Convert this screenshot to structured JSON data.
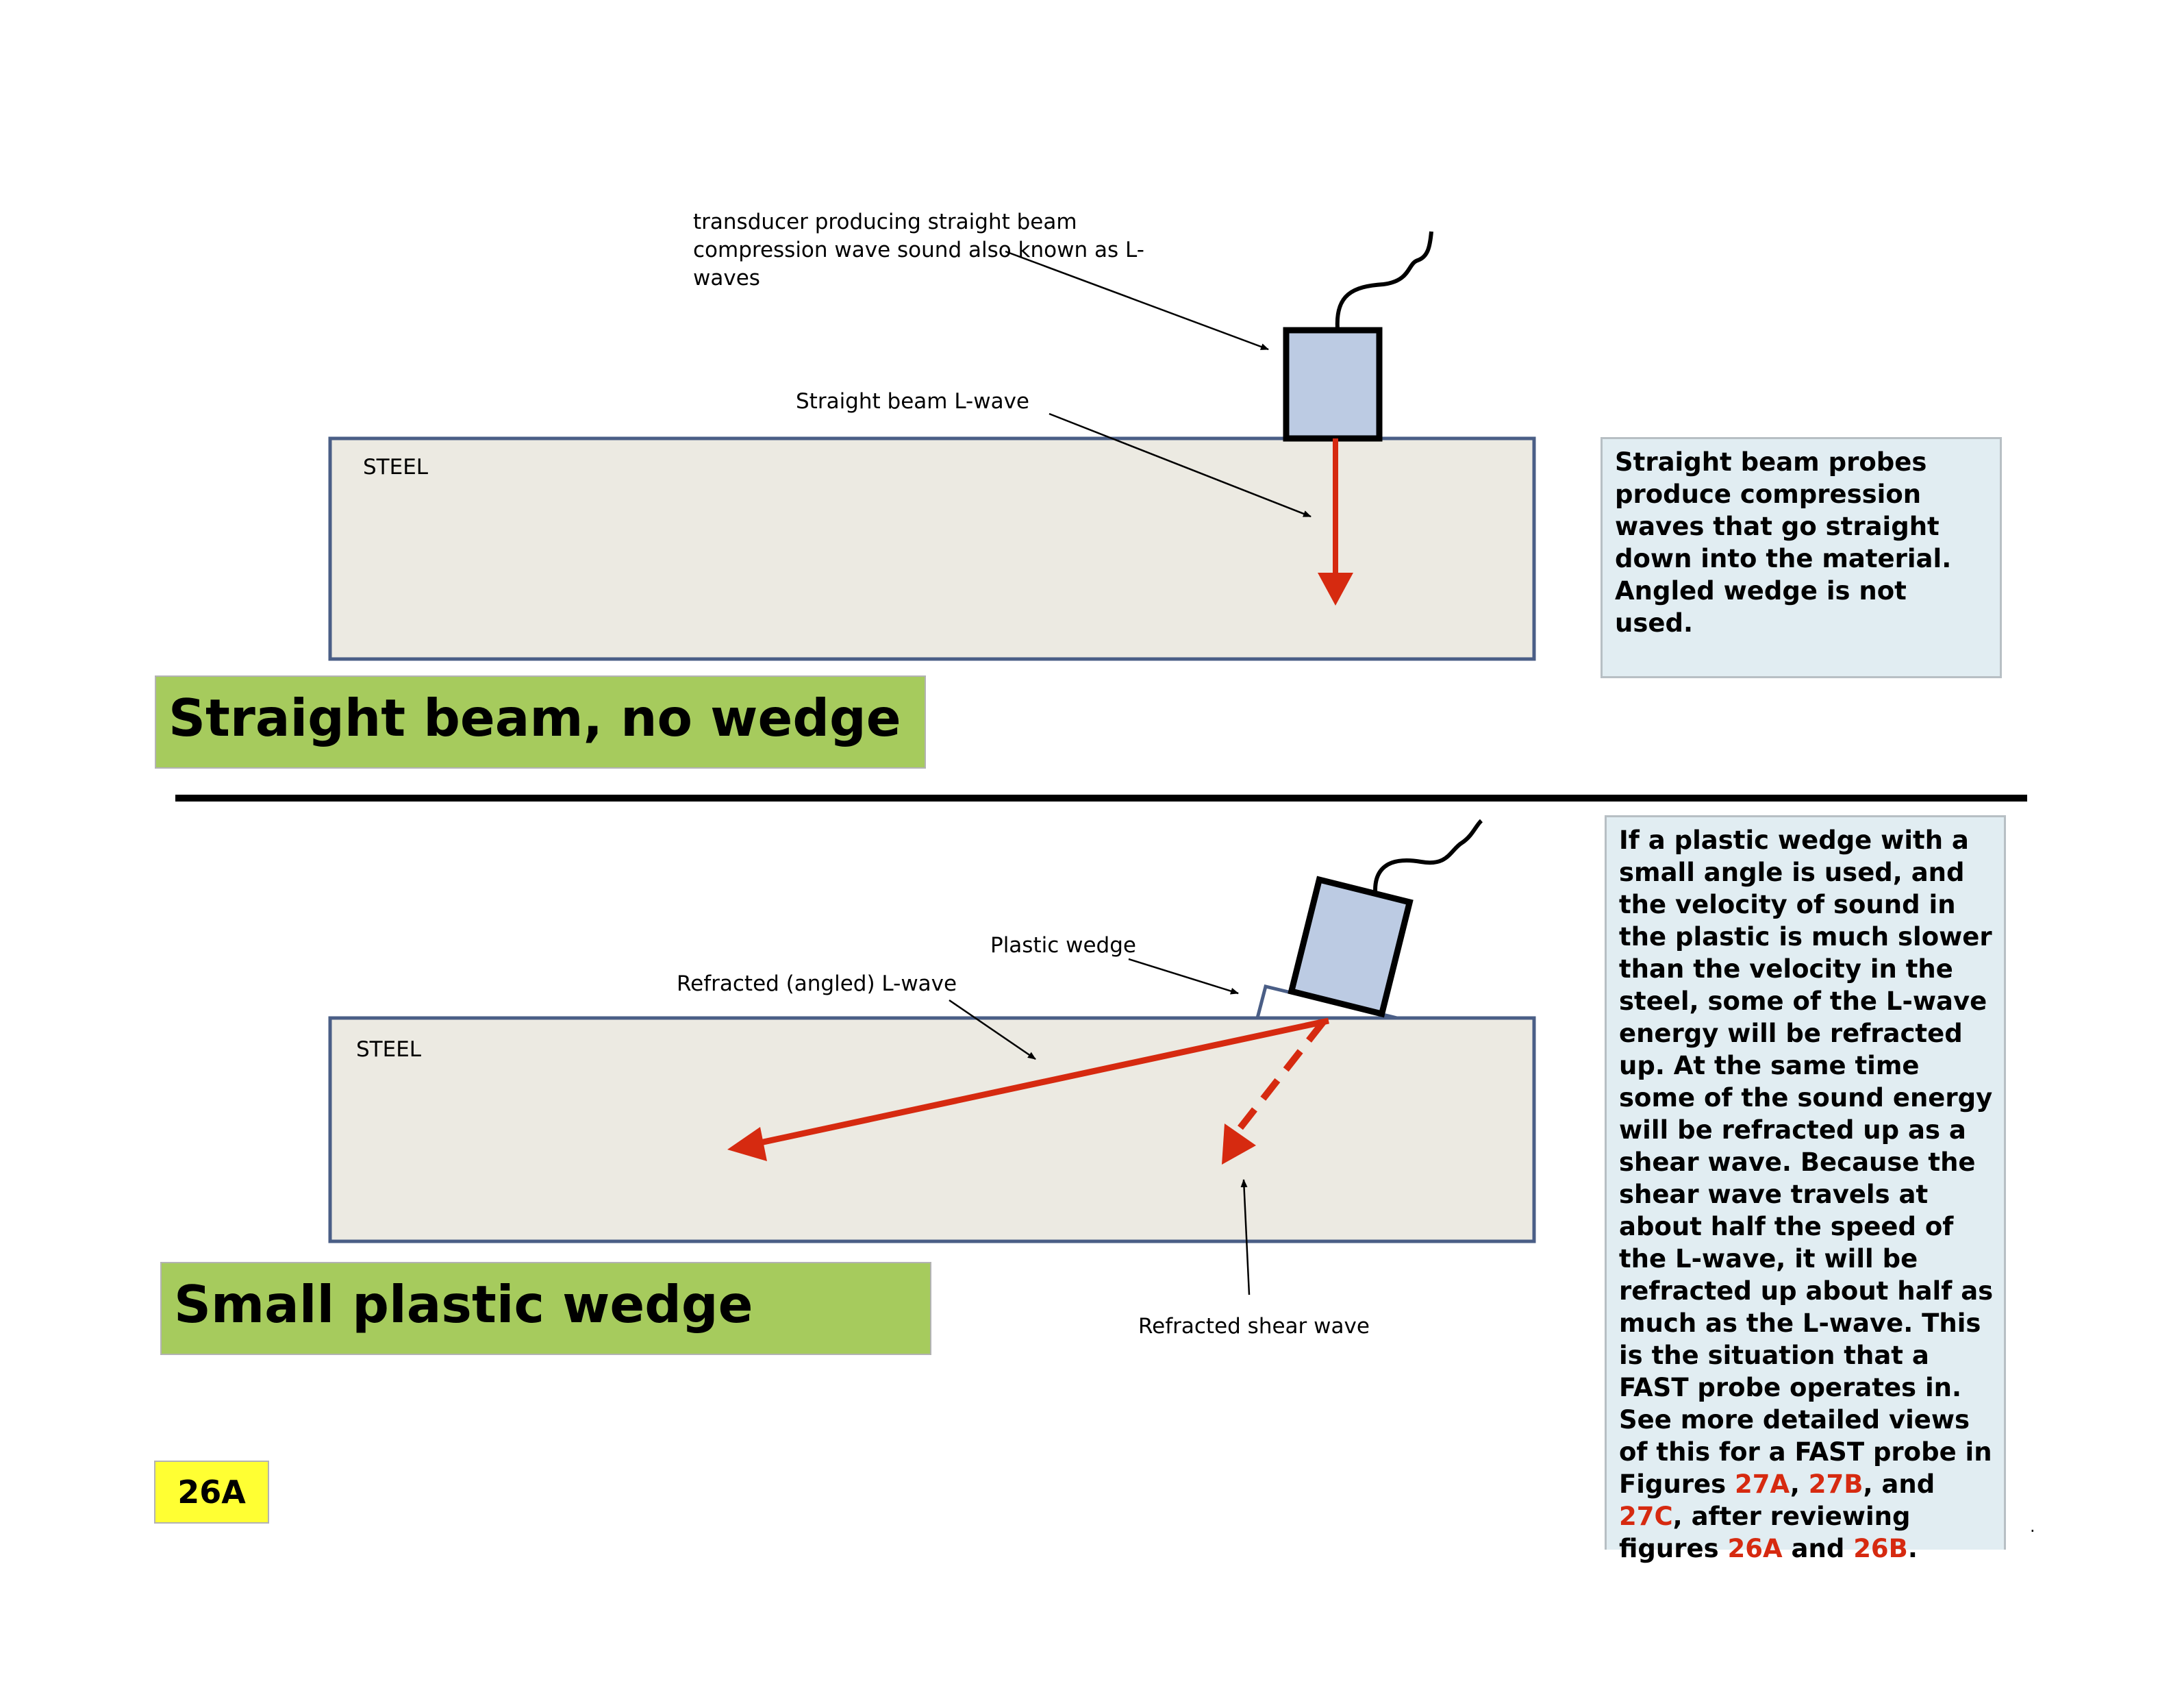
{
  "colors": {
    "steel_fill": "#eceae2",
    "steel_border": "#4a5e86",
    "transducer_fill": "#bccbe3",
    "wave_red": "#d62a10",
    "title_green": "#a6cb5d",
    "note_fill": "#e1edf2",
    "figure_tag": "#ffff33"
  },
  "top": {
    "transducer_label": "transducer producing straight beam\ncompression wave sound also known as L-\nwaves",
    "lwave_label": "Straight beam L-wave",
    "steel_label": "STEEL",
    "title": "Straight beam, no wedge",
    "note": "Straight beam probes produce compression waves that go straight down into the material. Angled wedge is not used."
  },
  "bottom": {
    "wedge_label": "Plastic wedge",
    "refracted_lwave_label": "Refracted (angled) L-wave",
    "steel_label": "STEEL",
    "shear_label": "Refracted shear wave",
    "title": "Small plastic wedge",
    "note": {
      "part1": "If a plastic wedge with a small angle is used, and the velocity of sound in the plastic is much slower than the velocity in the steel, some of the L-wave energy will be refracted up.  At the same time some of the sound energy will be refracted up as a shear wave.  Because the shear wave travels at about half the speed of the L-wave, it will be refracted up about half as much as the L-wave.  This is the situation that a FAST probe operates in.  See more detailed views of this for a FAST probe in Figures ",
      "ref1": "27A",
      "sep1": ", ",
      "ref2": "27B",
      "sep2": ", and ",
      "ref3": "27C",
      "part2": ", after  reviewing figures ",
      "ref4": "26A",
      "sep3": " and ",
      "ref5": "26B",
      "end": "."
    }
  },
  "figure_number": "26A",
  "trailing_mark": "."
}
